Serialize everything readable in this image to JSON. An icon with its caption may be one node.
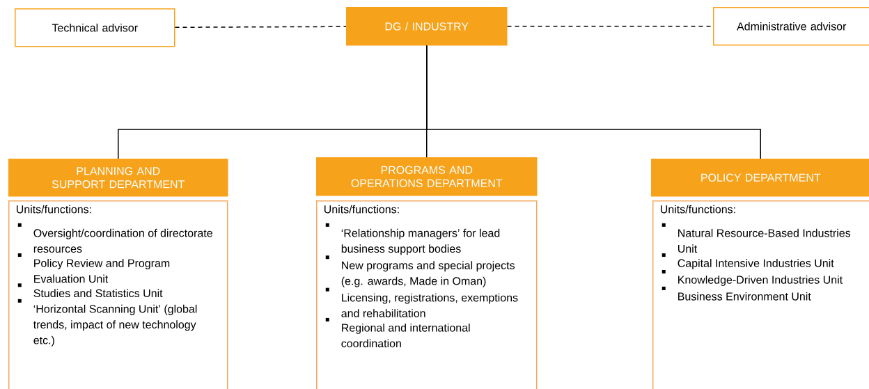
{
  "diagram": {
    "nodes": [
      {
        "text": [
          "Technical advisor"
        ]
      },
      {
        "text": [
          "DG / INDUSTRY"
        ]
      },
      {
        "text": [
          "Administrative advisor"
        ]
      },
      {
        "text": [
          "PLANNING AND SUPPORT DEPARTMENT"
        ]
      },
      {
        "text": [
          "Units/functions:",
          "Oversight/coordination of directorate resources",
          "Policy Review and Program Evaluation Unit",
          "Studies and Statistics Unit",
          "‘Horizontal Scanning Unit’ (global trends, impact of new technology etc.)"
        ]
      },
      {
        "text": [
          "PROGRAMS AND OPERATIONS DEPARTMENT"
        ]
      },
      {
        "text": [
          "Units/functions:",
          "‘Relationship managers’ for lead business support bodies",
          "New programs and special projects (e.g. awards, Made in Oman)",
          "Licensing, registrations, exemptions and rehabilitation",
          "Regional and international coordination"
        ]
      },
      {
        "text": [
          "POLICY DEPARTMENT"
        ]
      },
      {
        "text": [
          "Units/functions:",
          "Natural Resource-Based Industries Unit",
          "Capital Intensive Industries Unit",
          "Knowledge-Driven Industries Unit",
          "Business Environment Unit"
        ]
      }
    ],
    "edges": [
      {
        "from": 0,
        "to": 1,
        "arrow": "none",
        "style": "dashed"
      },
      {
        "from": 1,
        "to": 2,
        "arrow": "none",
        "style": "dashed"
      },
      {
        "from": 1,
        "to": 3,
        "arrow": "none"
      },
      {
        "from": 1,
        "to": 5,
        "arrow": "none"
      },
      {
        "from": 1,
        "to": 7,
        "arrow": "none"
      }
    ]
  }
}
